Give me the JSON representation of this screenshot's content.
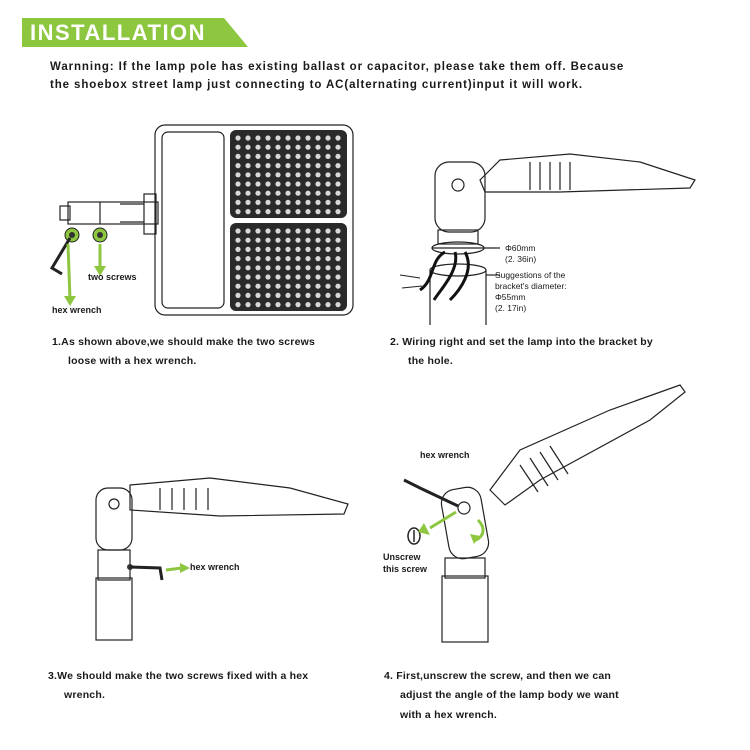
{
  "header": {
    "title": "INSTALLATION",
    "banner_color": "#8dc63f"
  },
  "warning": {
    "line1": "Warnning: If the lamp pole has existing ballast or capacitor, please take them off. Because",
    "line2": "the shoebox street lamp just connecting to AC(alternating current)input it will work."
  },
  "step1": {
    "line1": "1.As shown above,we should make the two screws",
    "line2": "loose with a hex wrench.",
    "label_screws": "two screws",
    "label_wrench": "hex wrench"
  },
  "step2": {
    "line1": "2.  Wiring right and set the lamp into the bracket by",
    "line2": "the hole.",
    "dim_outer": "Φ60mm",
    "dim_outer_in": "(2. 36in)",
    "suggest_1": "Suggestions of the",
    "suggest_2": "bracket's diameter:",
    "dim_inner": "Φ55mm",
    "dim_inner_in": "(2. 17in)"
  },
  "step3": {
    "line1": "3.We should make the two screws fixed with a hex",
    "line2": "wrench.",
    "label_wrench": "hex wrench"
  },
  "step4": {
    "line1": "4.  First,unscrew the screw, and then we can",
    "line2": "adjust the angle of the lamp body we want",
    "line3": "with a hex wrench.",
    "label_wrench": "hex wrench",
    "label_unscrew_1": "Unscrew",
    "label_unscrew_2": "this screw"
  },
  "colors": {
    "accent": "#8dc63f",
    "line": "#222222",
    "led_panel": "#2a2a2a"
  }
}
